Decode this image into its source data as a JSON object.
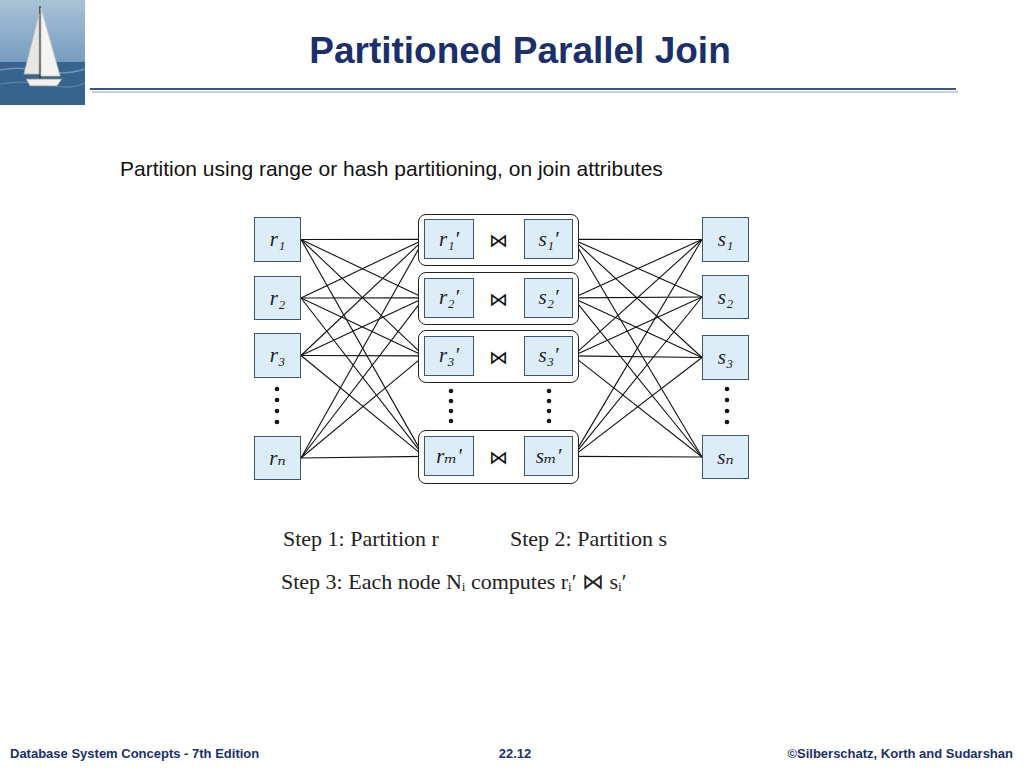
{
  "diagram": {
    "title": "Partitioned Parallel Join",
    "nodes": [
      {
        "text": [
          "r₁"
        ]
      },
      {
        "text": [
          "r₂"
        ]
      },
      {
        "text": [
          "r₃"
        ]
      },
      {
        "text": [
          "rₙ"
        ]
      },
      {
        "text": [
          "⋈"
        ]
      },
      {
        "text": [
          "r₁′"
        ],
        "in": 4
      },
      {
        "text": [
          "s₁′"
        ],
        "in": 4
      },
      {
        "text": [
          "⋈"
        ]
      },
      {
        "text": [
          "r₂′"
        ],
        "in": 7
      },
      {
        "text": [
          "s₂′"
        ],
        "in": 7
      },
      {
        "text": [
          "⋈"
        ]
      },
      {
        "text": [
          "r₃′"
        ],
        "in": 10
      },
      {
        "text": [
          "s₃′"
        ],
        "in": 10
      },
      {
        "text": [
          "⋈"
        ]
      },
      {
        "text": [
          "rₘ′"
        ],
        "in": 13
      },
      {
        "text": [
          "sₘ′"
        ],
        "in": 13
      },
      {
        "text": [
          "s₁"
        ]
      },
      {
        "text": [
          "s₂"
        ]
      },
      {
        "text": [
          "s₃"
        ]
      },
      {
        "text": [
          "sₙ"
        ]
      }
    ],
    "edges": [
      {
        "from": 0,
        "to": 5,
        "arrow": "none"
      },
      {
        "from": 0,
        "to": 8,
        "arrow": "none"
      },
      {
        "from": 0,
        "to": 11,
        "arrow": "none"
      },
      {
        "from": 0,
        "to": 14,
        "arrow": "none"
      },
      {
        "from": 1,
        "to": 5,
        "arrow": "none"
      },
      {
        "from": 1,
        "to": 8,
        "arrow": "none"
      },
      {
        "from": 1,
        "to": 11,
        "arrow": "none"
      },
      {
        "from": 1,
        "to": 14,
        "arrow": "none"
      },
      {
        "from": 2,
        "to": 5,
        "arrow": "none"
      },
      {
        "from": 2,
        "to": 8,
        "arrow": "none"
      },
      {
        "from": 2,
        "to": 11,
        "arrow": "none"
      },
      {
        "from": 2,
        "to": 14,
        "arrow": "none"
      },
      {
        "from": 3,
        "to": 5,
        "arrow": "none"
      },
      {
        "from": 3,
        "to": 8,
        "arrow": "none"
      },
      {
        "from": 3,
        "to": 11,
        "arrow": "none"
      },
      {
        "from": 3,
        "to": 14,
        "arrow": "none"
      },
      {
        "from": 16,
        "to": 6,
        "arrow": "none"
      },
      {
        "from": 16,
        "to": 9,
        "arrow": "none"
      },
      {
        "from": 16,
        "to": 12,
        "arrow": "none"
      },
      {
        "from": 16,
        "to": 15,
        "arrow": "none"
      },
      {
        "from": 17,
        "to": 6,
        "arrow": "none"
      },
      {
        "from": 17,
        "to": 9,
        "arrow": "none"
      },
      {
        "from": 17,
        "to": 12,
        "arrow": "none"
      },
      {
        "from": 17,
        "to": 15,
        "arrow": "none"
      },
      {
        "from": 18,
        "to": 6,
        "arrow": "none"
      },
      {
        "from": 18,
        "to": 9,
        "arrow": "none"
      },
      {
        "from": 18,
        "to": 12,
        "arrow": "none"
      },
      {
        "from": 18,
        "to": 15,
        "arrow": "none"
      },
      {
        "from": 19,
        "to": 6,
        "arrow": "none"
      },
      {
        "from": 19,
        "to": 9,
        "arrow": "none"
      },
      {
        "from": 19,
        "to": 12,
        "arrow": "none"
      },
      {
        "from": 19,
        "to": 15,
        "arrow": "none"
      }
    ],
    "labels": [
      "Partition using range or hash partitioning, on join attributes",
      "Step 1: Partition r",
      "Step 2: Partition s",
      "Step 3: Each node Nᵢ computes rᵢ′ ⋈ sᵢ′",
      "Database System Concepts - 7th Edition",
      "22.12",
      "©Silberschatz, Korth and Sudarshan"
    ]
  }
}
